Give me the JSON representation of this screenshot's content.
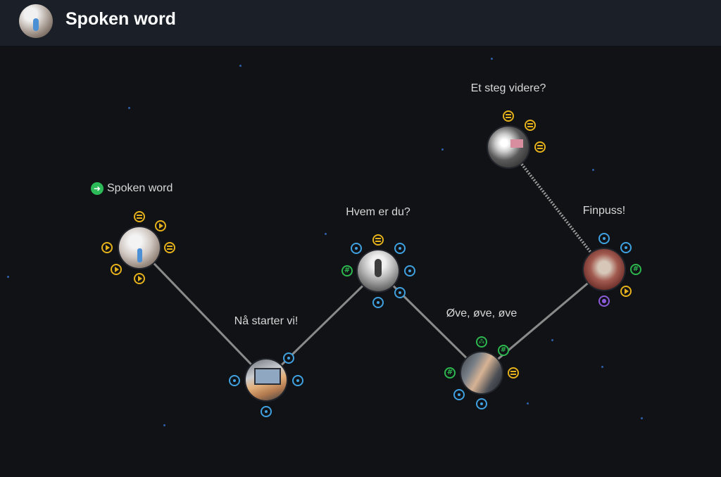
{
  "header": {
    "title": "Spoken word"
  },
  "start": {
    "label": "Spoken word"
  },
  "nodes": [
    {
      "id": "spoken-word",
      "label": "",
      "badges": [
        "yellow-lines",
        "yellow-play",
        "yellow-lines",
        "yellow-play",
        "yellow-play",
        "yellow-play"
      ]
    },
    {
      "id": "na-starter-vi",
      "label": "Nå starter vi!",
      "badges": [
        "blue",
        "blue",
        "blue",
        "blue"
      ]
    },
    {
      "id": "hvem-er-du",
      "label": "Hvem er du?",
      "badges": [
        "yellow-lines",
        "blue",
        "blue",
        "blue",
        "blue",
        "blue",
        "green-hash"
      ]
    },
    {
      "id": "ove-ove-ove",
      "label": "Øve, øve, øve",
      "badges": [
        "green-share",
        "green-hash",
        "yellow-lines",
        "green-hash",
        "blue",
        "blue"
      ]
    },
    {
      "id": "finpuss",
      "label": "Finpuss!",
      "badges": [
        "blue",
        "blue",
        "green-hash",
        "yellow-play",
        "purple-pin"
      ]
    },
    {
      "id": "et-steg-videre",
      "label": "Et steg videre?",
      "badges": [
        "yellow-lines",
        "yellow-lines",
        "yellow-lines"
      ]
    }
  ],
  "colors": {
    "blue": "#3fa1e0",
    "yellow": "#e5b11b",
    "green": "#2db84f",
    "purple": "#8a5bd8",
    "path": "#8a8a8a"
  }
}
